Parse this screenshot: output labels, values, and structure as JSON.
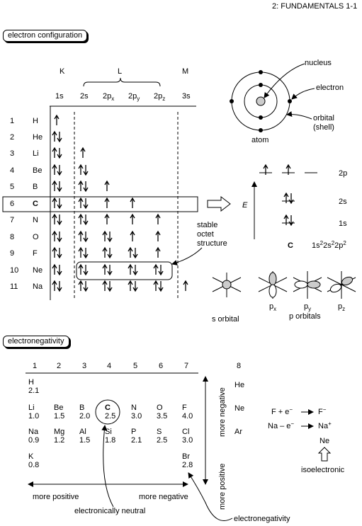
{
  "header": "2: FUNDAMENTALS 1-1",
  "section1": "electron configuration",
  "shells": [
    "K",
    "L",
    "M"
  ],
  "orbitals": [
    "1s",
    "2s",
    "2p",
    "2p",
    "2p",
    "3s"
  ],
  "orbital_subs": [
    "x",
    "y",
    "z"
  ],
  "elements": [
    {
      "num": "1",
      "sym": "H"
    },
    {
      "num": "2",
      "sym": "He"
    },
    {
      "num": "3",
      "sym": "Li"
    },
    {
      "num": "4",
      "sym": "Be"
    },
    {
      "num": "5",
      "sym": "B"
    },
    {
      "num": "6",
      "sym": "C"
    },
    {
      "num": "7",
      "sym": "N"
    },
    {
      "num": "8",
      "sym": "O"
    },
    {
      "num": "9",
      "sym": "F"
    },
    {
      "num": "10",
      "sym": "Ne"
    },
    {
      "num": "11",
      "sym": "Na"
    }
  ],
  "octet_label": [
    "stable",
    "octet",
    "structure"
  ],
  "atom_labels": {
    "nucleus": "nucleus",
    "electron": "electron",
    "orbital": "orbital",
    "shell": "(shell)",
    "atom": "atom"
  },
  "energy": {
    "axis": "E",
    "levels": [
      "2p",
      "2s",
      "1s"
    ],
    "element": "C",
    "config": "1s22s22p2"
  },
  "orbital_shapes": {
    "s": "s orbital",
    "p": "p orbitals",
    "px": "p",
    "py": "p",
    "pz": "p",
    "subs": [
      "x",
      "y",
      "z"
    ]
  },
  "section2": "electronegativity",
  "groups": [
    "1",
    "2",
    "3",
    "4",
    "5",
    "6",
    "7",
    "8"
  ],
  "en_table": [
    {
      "sym": "H",
      "val": "2.1"
    },
    {
      "sym": "He",
      "val": ""
    },
    {
      "sym": "Li",
      "val": "1.0"
    },
    {
      "sym": "Be",
      "val": "1.5"
    },
    {
      "sym": "B",
      "val": "2.0"
    },
    {
      "sym": "C",
      "val": "2.5"
    },
    {
      "sym": "N",
      "val": "3.0"
    },
    {
      "sym": "O",
      "val": "3.5"
    },
    {
      "sym": "F",
      "val": "4.0"
    },
    {
      "sym": "Ne",
      "val": ""
    },
    {
      "sym": "Na",
      "val": "0.9"
    },
    {
      "sym": "Mg",
      "val": "1.2"
    },
    {
      "sym": "Al",
      "val": "1.5"
    },
    {
      "sym": "Si",
      "val": "1.8"
    },
    {
      "sym": "P",
      "val": "2.1"
    },
    {
      "sym": "S",
      "val": "2.5"
    },
    {
      "sym": "Cl",
      "val": "3.0"
    },
    {
      "sym": "Ar",
      "val": ""
    },
    {
      "sym": "K",
      "val": "0.8"
    },
    {
      "sym": "Br",
      "val": "2.8"
    }
  ],
  "arrows": {
    "more_negative_v": "more negative",
    "more_positive_v": "more positive",
    "more_positive_h": "more positive",
    "more_negative_h": "more negative"
  },
  "notes": {
    "neutral": "electronically neutral",
    "electronegativity": "electronegativity"
  },
  "isoelectronic": {
    "eq1_left": "F + e",
    "eq1_right": "F",
    "eq2_left": "Na – e",
    "eq2_right": "Na",
    "ne": "Ne",
    "label": "isoelectronic"
  }
}
